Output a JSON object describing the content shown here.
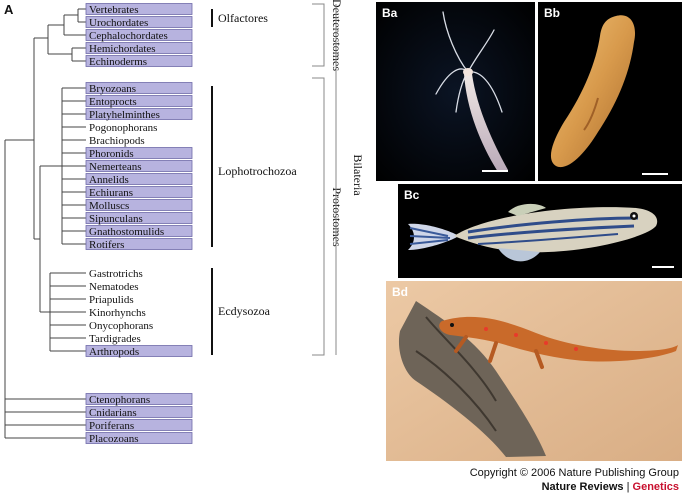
{
  "panels": {
    "a_label": "A",
    "b_label": "B"
  },
  "tree": {
    "taxa": [
      {
        "name": "Vertebrates",
        "highlight": true
      },
      {
        "name": "Urochordates",
        "highlight": true
      },
      {
        "name": "Cephalochordates",
        "highlight": true
      },
      {
        "name": "Hemichordates",
        "highlight": true
      },
      {
        "name": "Echinoderms",
        "highlight": true
      },
      {
        "name": "Bryozoans",
        "highlight": true
      },
      {
        "name": "Entoprocts",
        "highlight": true
      },
      {
        "name": "Platyhelminthes",
        "highlight": true
      },
      {
        "name": "Pogonophorans",
        "highlight": false
      },
      {
        "name": "Brachiopods",
        "highlight": false
      },
      {
        "name": "Phoronids",
        "highlight": true
      },
      {
        "name": "Nemerteans",
        "highlight": true
      },
      {
        "name": "Annelids",
        "highlight": true
      },
      {
        "name": "Echiurans",
        "highlight": true
      },
      {
        "name": "Molluscs",
        "highlight": true
      },
      {
        "name": "Sipunculans",
        "highlight": true
      },
      {
        "name": "Gnathostomulids",
        "highlight": true
      },
      {
        "name": "Rotifers",
        "highlight": true
      },
      {
        "name": "Gastrotrichs",
        "highlight": false
      },
      {
        "name": "Nematodes",
        "highlight": false
      },
      {
        "name": "Priapulids",
        "highlight": false
      },
      {
        "name": "Kinorhynchs",
        "highlight": false
      },
      {
        "name": "Onycophorans",
        "highlight": false
      },
      {
        "name": "Tardigrades",
        "highlight": false
      },
      {
        "name": "Arthropods",
        "highlight": true
      },
      {
        "name": "Ctenophorans",
        "highlight": true
      },
      {
        "name": "Cnidarians",
        "highlight": true
      },
      {
        "name": "Poriferans",
        "highlight": true
      },
      {
        "name": "Placozoans",
        "highlight": true
      }
    ],
    "groups": {
      "olfactores": "Olfactores",
      "lophotrochozoa": "Lophotrochozoa",
      "ecdysozoa": "Ecdysozoa",
      "deuterostomes": "Deuterostomes",
      "protostomes": "Protostomes",
      "bilateria": "Bilateria"
    },
    "colors": {
      "highlight_fill": "#b7b3df",
      "highlight_border": "#6f6aa8",
      "line": "#444444"
    }
  },
  "photos": [
    {
      "label": "Ba",
      "subject": "hydra"
    },
    {
      "label": "Bb",
      "subject": "planarian"
    },
    {
      "label": "Bc",
      "subject": "zebrafish"
    },
    {
      "label": "Bd",
      "subject": "newt"
    }
  ],
  "copyright": {
    "line1": "Copyright © 2006 Nature Publishing Group",
    "brand": "Nature Reviews",
    "separator": " | ",
    "journal": "Genetics"
  }
}
